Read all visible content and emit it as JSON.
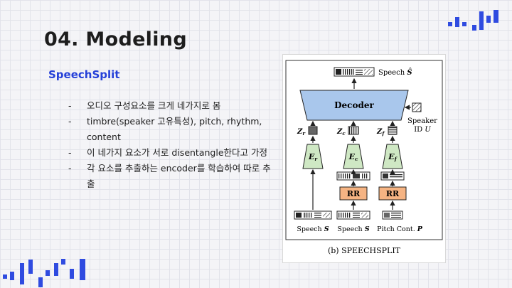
{
  "slide": {
    "title": "04. Modeling",
    "subtitle": "SpeechSplit",
    "bullets": [
      "오디오 구성요소를 크게 네가지로 봄",
      "timbre(speaker 고유특성), pitch, rhythm, content",
      "이 네가지 요소가 서로 disentangle한다고 가정",
      "각 요소를 추출하는 encoder를 학습하여 따로 추출"
    ],
    "bullet_marker": "-"
  },
  "figure": {
    "output_label": "Speech",
    "output_symbol": "Ŝ",
    "decoder_label": "Decoder",
    "speaker_label": "Speaker",
    "speaker_id": "ID",
    "speaker_symbol": "U",
    "z_r": "Z",
    "z_r_sub": "r",
    "z_c": "Z",
    "z_c_sub": "c",
    "z_f": "Z",
    "z_f_sub": "f",
    "enc_r": "E",
    "enc_r_sub": "r",
    "enc_c": "E",
    "enc_c_sub": "c",
    "enc_f": "E",
    "enc_f_sub": "f",
    "rr_1": "RR",
    "rr_2": "RR",
    "input_1": "Speech",
    "input_1_symbol": "S",
    "input_2": "Speech",
    "input_2_symbol": "S",
    "input_3": "Pitch Cont.",
    "input_3_symbol": "P",
    "caption_prefix": "(b)",
    "caption_name": "SPEECHSPLIT",
    "colors": {
      "decoder": "#a9c7ec",
      "encoder": "#cfe8c4",
      "rr": "#f6b483",
      "accent": "#2f4be0"
    }
  }
}
